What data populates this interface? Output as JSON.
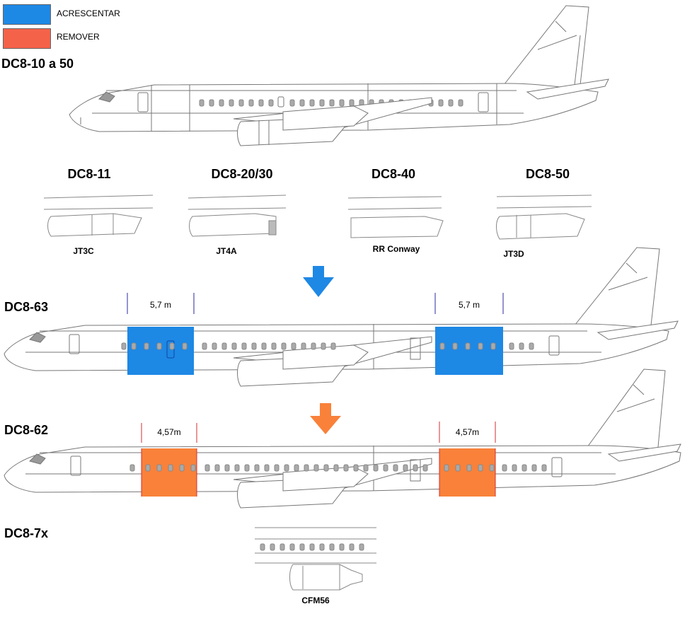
{
  "legend": {
    "add_label": "ACRESCENTAR",
    "add_color": "#1e88e5",
    "remove_label": "REMOVER",
    "remove_color": "#f4624a"
  },
  "models": {
    "base": "DC8-10 a 50",
    "dc863": "DC8-63",
    "dc862": "DC8-62",
    "dc87x": "DC8-7x"
  },
  "variants": [
    {
      "name": "DC8-11",
      "engine": "JT3C"
    },
    {
      "name": "DC8-20/30",
      "engine": "JT4A"
    },
    {
      "name": "DC8-40",
      "engine": "RR Conway"
    },
    {
      "name": "DC8-50",
      "engine": "JT3D"
    }
  ],
  "dc863_sections": {
    "front": "5,7 m",
    "rear": "5,7 m",
    "color": "#1e88e5"
  },
  "dc862_sections": {
    "front": "4,57m",
    "rear": "4,57m",
    "color": "#f9813a"
  },
  "dc87x_engine": "CFM56",
  "arrows": {
    "blue": "#1e88e5",
    "orange": "#f9813a"
  }
}
